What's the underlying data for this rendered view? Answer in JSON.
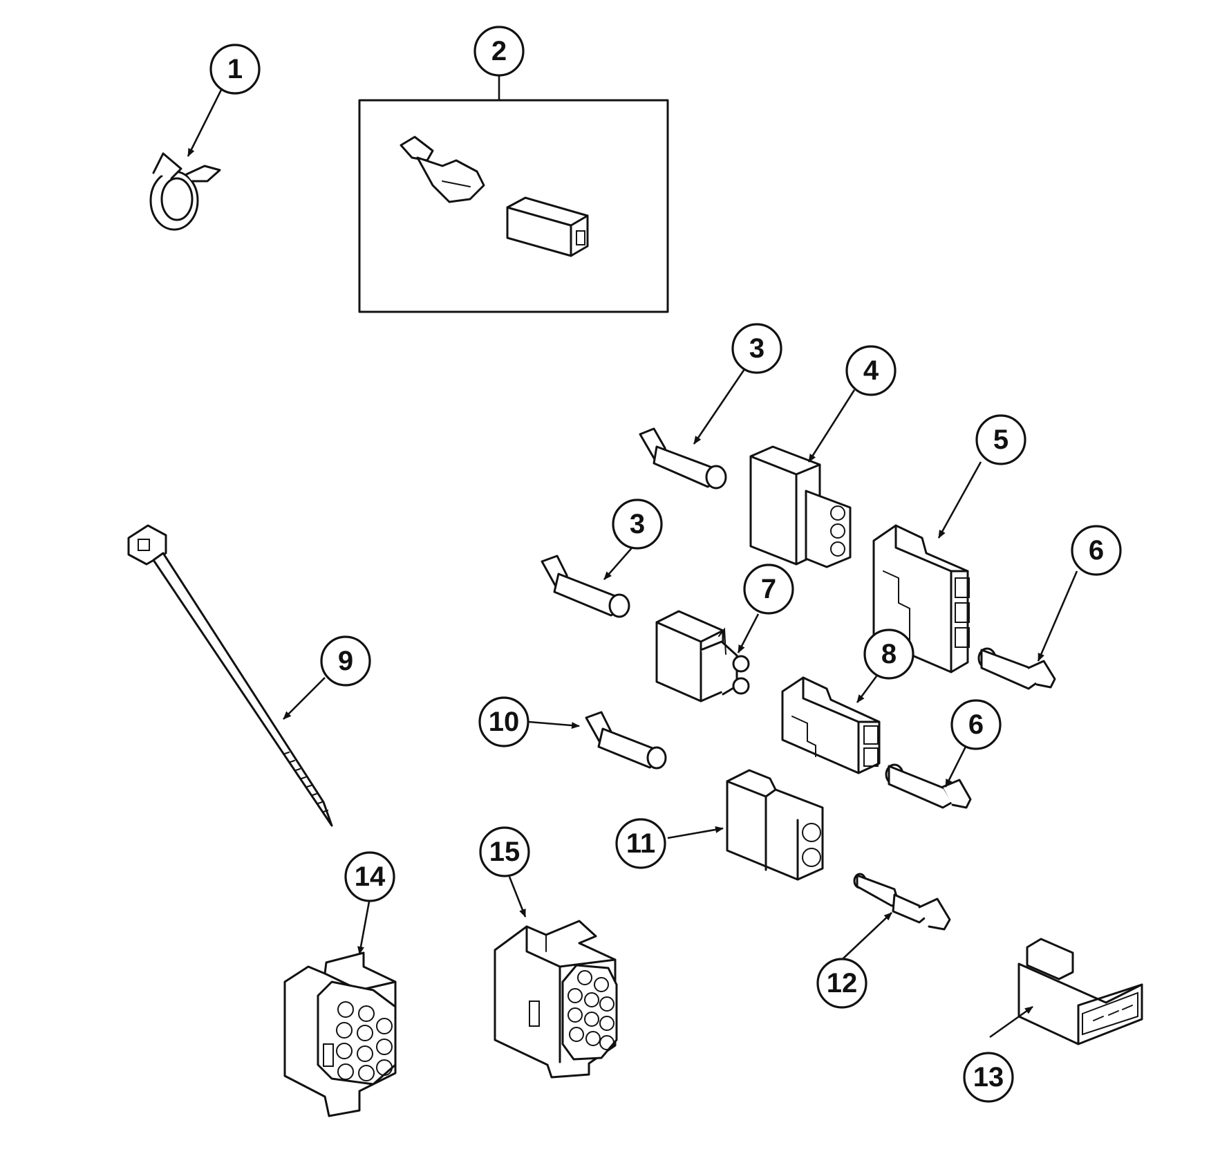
{
  "diagram": {
    "callouts": [
      {
        "id": "c1",
        "label": "1"
      },
      {
        "id": "c2",
        "label": "2"
      },
      {
        "id": "c3a",
        "label": "3"
      },
      {
        "id": "c3b",
        "label": "3"
      },
      {
        "id": "c4",
        "label": "4"
      },
      {
        "id": "c5",
        "label": "5"
      },
      {
        "id": "c6a",
        "label": "6"
      },
      {
        "id": "c6b",
        "label": "6"
      },
      {
        "id": "c7",
        "label": "7"
      },
      {
        "id": "c8",
        "label": "8"
      },
      {
        "id": "c9",
        "label": "9"
      },
      {
        "id": "c10",
        "label": "10"
      },
      {
        "id": "c11",
        "label": "11"
      },
      {
        "id": "c12",
        "label": "12"
      },
      {
        "id": "c13",
        "label": "13"
      },
      {
        "id": "c14",
        "label": "14"
      },
      {
        "id": "c15",
        "label": "15"
      }
    ]
  }
}
